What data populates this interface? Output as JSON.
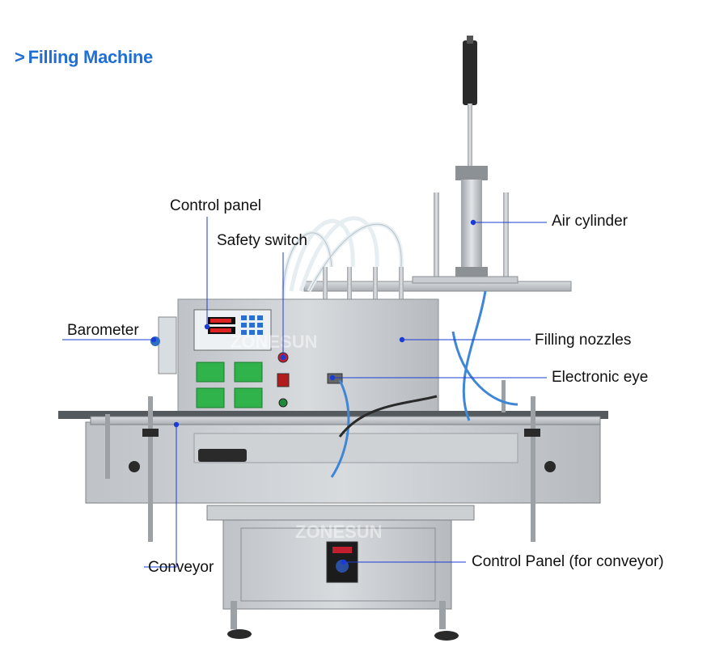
{
  "header": {
    "chevron": ">",
    "title": "Filling Machine"
  },
  "callouts": {
    "control_panel": "Control panel",
    "safety_switch": "Safety switch",
    "barometer": "Barometer",
    "air_cylinder": "Air cylinder",
    "filling_nozzles": "Filling nozzles",
    "electronic_eye": "Electronic eye",
    "conveyor": "Conveyor",
    "control_panel_conveyor": "Control Panel (for conveyor)"
  },
  "watermark": "ZONESUN",
  "colors": {
    "heading": "#1f6fd6",
    "leader_line": "#1a3bd6",
    "leader_dot": "#1a3bd6"
  }
}
